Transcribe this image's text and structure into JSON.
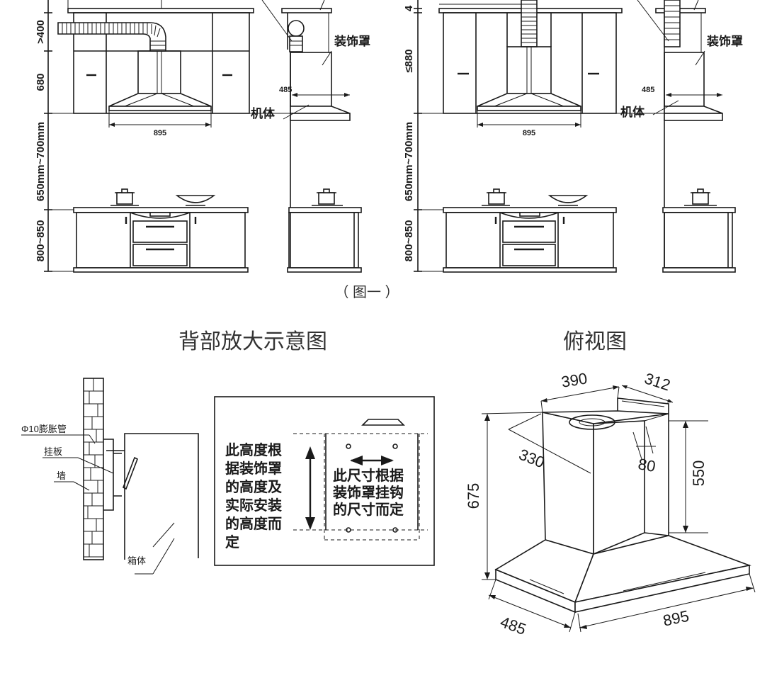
{
  "figure1": {
    "dim_gt400": ">400",
    "dim_680": "680",
    "dim_650_700": "650mm~700mm",
    "dim_800_850": "800~850",
    "dim_895_left": "895",
    "dim_485_left": "485",
    "label_cover_left": "装饰罩",
    "label_body_left": "机体",
    "dim_4_right": "4",
    "dim_le880": "≤880",
    "dim_650_700_right": "650mm~700mm",
    "dim_800_850_right": "800~850",
    "dim_895_right": "895",
    "dim_485_right": "485",
    "label_cover_right": "装饰罩",
    "label_body_right": "机体",
    "caption": "（ 图一 ）"
  },
  "back_view": {
    "title": "背部放大示意图",
    "label_bolt": "Φ10膨胀管",
    "label_plate": "挂板",
    "label_wall": "墙",
    "label_box": "箱体",
    "note_height": [
      "此高度根",
      "据装饰罩",
      "的高度及",
      "实际安装",
      "的高度而",
      "定"
    ],
    "note_size": [
      "此尺寸根据",
      "装饰罩挂钩",
      "的尺寸而定"
    ]
  },
  "top_view": {
    "title": "俯视图",
    "dim_390": "390",
    "dim_312": "312",
    "dim_330": "330",
    "dim_80": "80",
    "dim_675": "675",
    "dim_550": "550",
    "dim_485": "485",
    "dim_895": "895"
  }
}
